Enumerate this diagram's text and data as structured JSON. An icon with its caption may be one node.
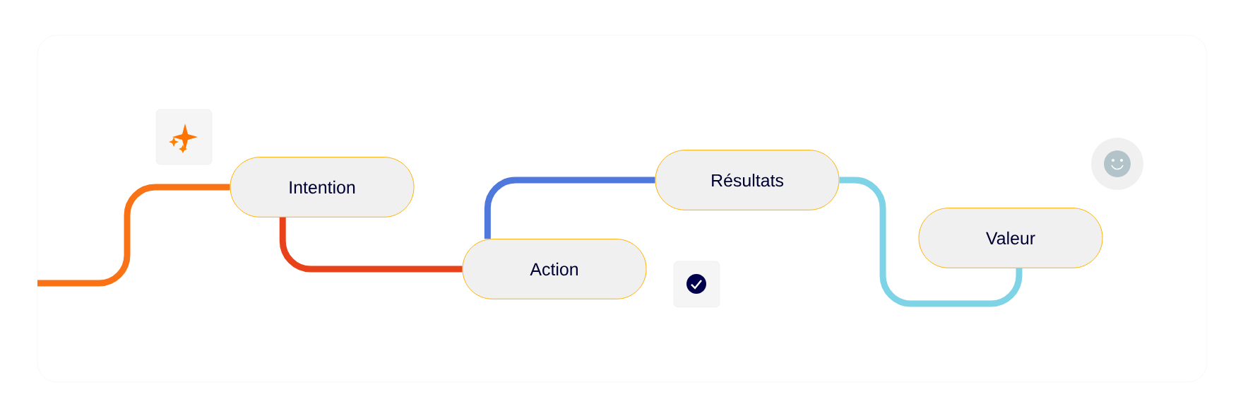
{
  "diagram": {
    "nodes": [
      {
        "text": [
          "Intention"
        ]
      },
      {
        "text": [
          "Action"
        ]
      },
      {
        "text": [
          "Résultats"
        ]
      },
      {
        "text": [
          "Valeur"
        ]
      }
    ],
    "edges": [
      {
        "from": null,
        "to": 0,
        "arrow": "none",
        "color": "#f97316"
      },
      {
        "from": 0,
        "to": 1,
        "arrow": "none",
        "color": "#e8421a"
      },
      {
        "from": 1,
        "to": 2,
        "arrow": "none",
        "color": "#4f78dc"
      },
      {
        "from": 2,
        "to": 3,
        "arrow": "none",
        "color": "#7fd3e6"
      }
    ]
  }
}
